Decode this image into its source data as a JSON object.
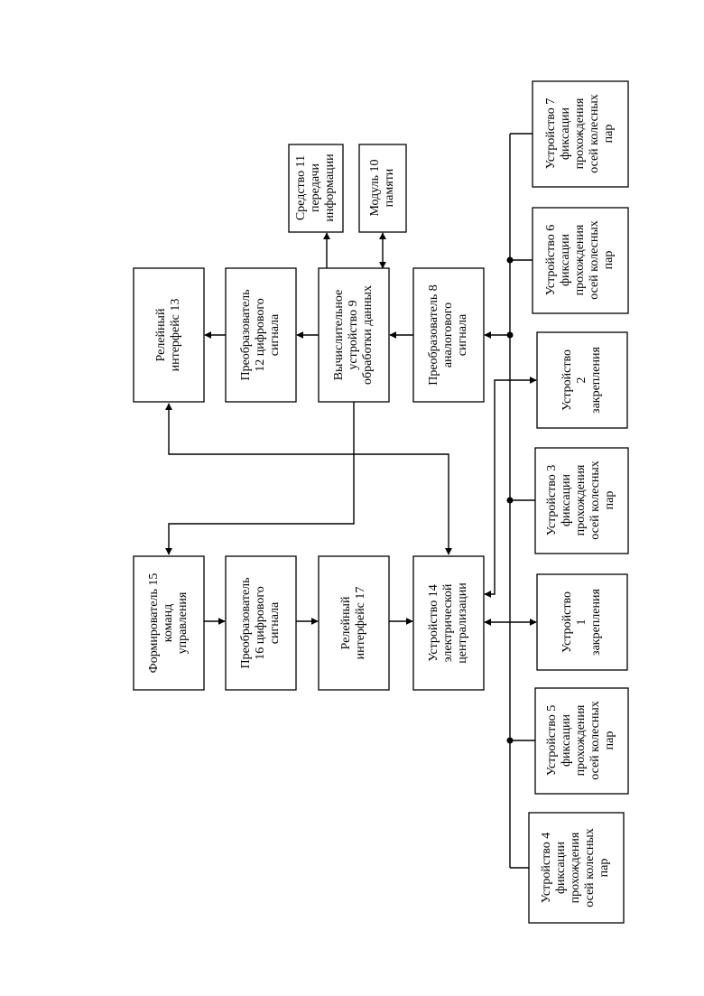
{
  "blocks": {
    "b7": [
      "Устройство 7",
      "фиксации",
      "прохождения",
      "осей колесных",
      "пар"
    ],
    "b11": [
      "Средство 11",
      "передачи",
      "информации"
    ],
    "b10": [
      "Модуль 10",
      "памяти"
    ],
    "b13": [
      "Релейный",
      "интерфейс 13"
    ],
    "b12": [
      "Преобразователь",
      "12 цифрового",
      "сигнала"
    ],
    "b9": [
      "Вычислительное",
      "устройство 9",
      "обработки данных"
    ],
    "b8": [
      "Преобразователь 8",
      "аналогового",
      "сигнала"
    ],
    "b6": [
      "Устройство 6",
      "фиксации",
      "прохождения",
      "осей колесных",
      "пар"
    ],
    "b2": [
      "Устройство",
      "2",
      "закрепления"
    ],
    "b3": [
      "Устройство 3",
      "фиксации",
      "прохождения",
      "осей колесных",
      "пар"
    ],
    "b15": [
      "Формирователь 15",
      "команд",
      "управления"
    ],
    "b16": [
      "Преобразователь",
      "16 цифрового",
      "сигнала"
    ],
    "b17": [
      "Релейный",
      "интерфейс 17"
    ],
    "b14": [
      "Устройство 14",
      "электрической",
      "централизации"
    ],
    "b1": [
      "Устройство",
      "1",
      "закрепления"
    ],
    "b5": [
      "Устройство 5",
      "фиксации",
      "прохождения",
      "осей колесных",
      "пар"
    ],
    "b4": [
      "Устройство 4",
      "фиксации",
      "прохождения",
      "осей колесных",
      "пар"
    ]
  }
}
